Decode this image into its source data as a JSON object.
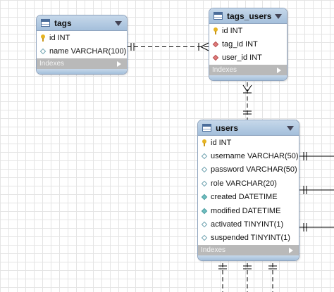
{
  "tables": {
    "tags": {
      "name": "tags",
      "columns": [
        {
          "icon": "primary-key-icon",
          "label": "id INT"
        },
        {
          "icon": "column-icon",
          "label": "name VARCHAR(100)"
        }
      ],
      "indexes_label": "Indexes"
    },
    "tags_users": {
      "name": "tags_users",
      "columns": [
        {
          "icon": "primary-key-icon",
          "label": "id INT"
        },
        {
          "icon": "foreign-key-icon",
          "label": "tag_id INT"
        },
        {
          "icon": "foreign-key-icon",
          "label": "user_id INT"
        }
      ],
      "indexes_label": "Indexes"
    },
    "users": {
      "name": "users",
      "columns": [
        {
          "icon": "primary-key-icon",
          "label": "id INT"
        },
        {
          "icon": "column-icon",
          "label": "username VARCHAR(50)"
        },
        {
          "icon": "column-icon",
          "label": "password VARCHAR(50)"
        },
        {
          "icon": "column-icon",
          "label": "role VARCHAR(20)"
        },
        {
          "icon": "not-null-column-icon",
          "label": "created DATETIME"
        },
        {
          "icon": "not-null-column-icon",
          "label": "modified DATETIME"
        },
        {
          "icon": "column-icon",
          "label": "activated TINYINT(1)"
        },
        {
          "icon": "column-icon",
          "label": "suspended TINYINT(1)"
        }
      ],
      "indexes_label": "Indexes"
    }
  },
  "colors": {
    "header": "#a4bfdb",
    "border": "#8fa4bf",
    "indexes_bar": "#b9b9b9",
    "connector": "#000000"
  }
}
